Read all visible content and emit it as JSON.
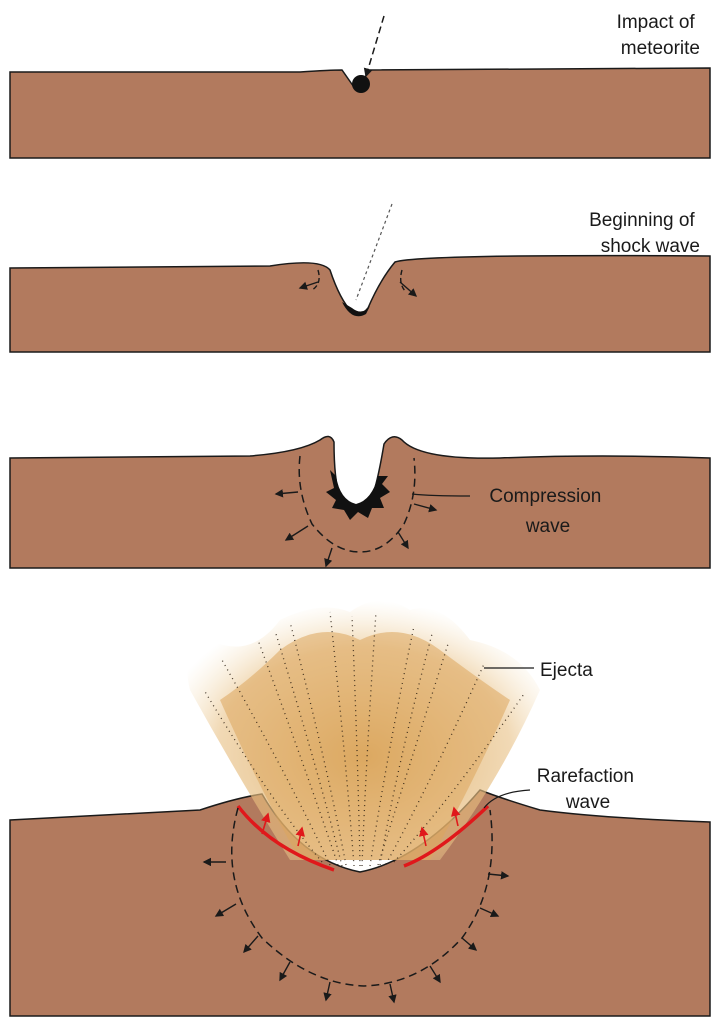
{
  "panels": [
    {
      "id": "impact",
      "label": [
        "Impact of",
        "meteorite"
      ]
    },
    {
      "id": "shock",
      "label": [
        "Beginning of",
        "shock wave"
      ]
    },
    {
      "id": "compression",
      "label": [
        "Compression",
        "wave"
      ]
    },
    {
      "id": "ejecta",
      "labels": {
        "ejecta": [
          "Ejecta"
        ],
        "rarefaction": [
          "Rarefaction",
          "wave"
        ]
      }
    }
  ],
  "colors": {
    "ground": "#b27a5e",
    "outline": "#1a1a1a",
    "ejecta": "#e2b46e",
    "rarefaction": "#e0181b",
    "meteorite": "#111111"
  }
}
